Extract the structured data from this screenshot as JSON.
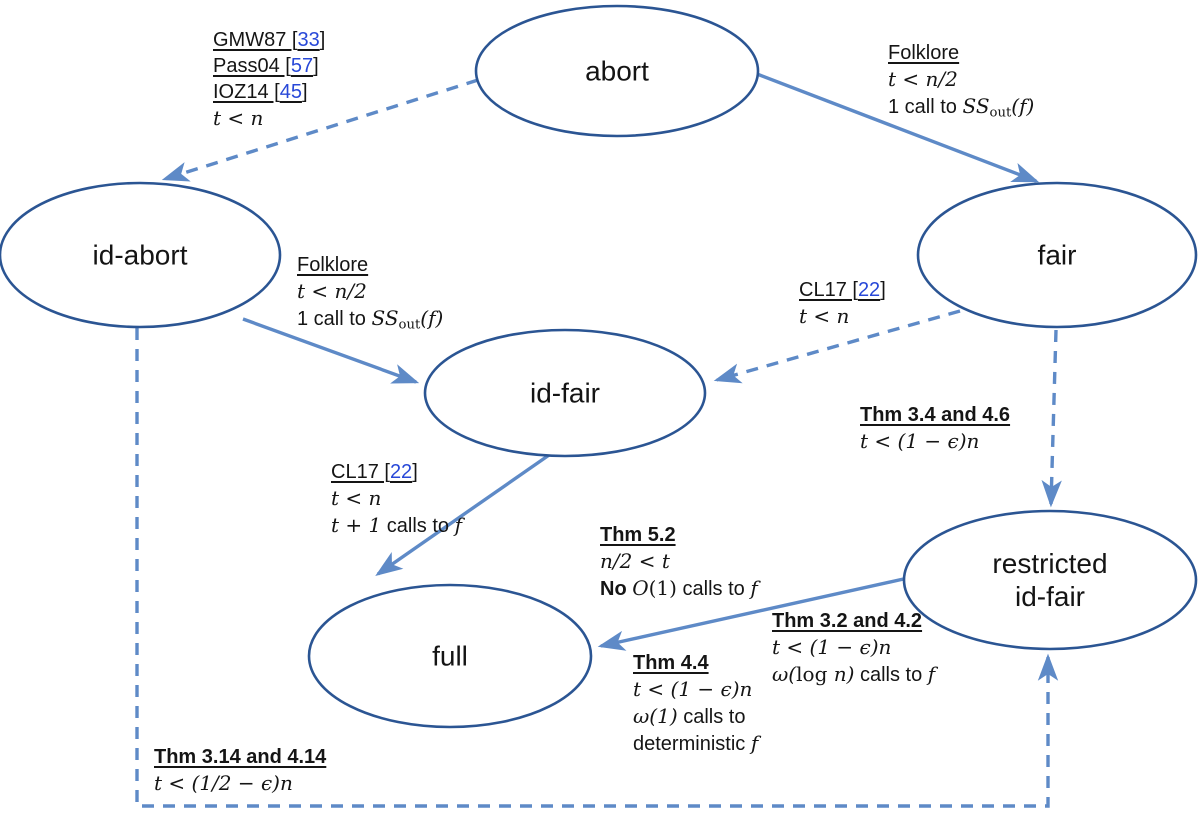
{
  "diagram": {
    "colors": {
      "node_stroke": "#2B5593",
      "arrow": "#5E8AC7",
      "citation_link": "#2848D8",
      "text": "#151515",
      "background": "#ffffff"
    },
    "nodes": [
      {
        "id": "abort",
        "label": "abort"
      },
      {
        "id": "id-abort",
        "label": "id-abort"
      },
      {
        "id": "fair",
        "label": "fair"
      },
      {
        "id": "id-fair",
        "label": "id-fair"
      },
      {
        "id": "restricted-id-fair",
        "label": "restricted\nid-fair"
      },
      {
        "id": "full",
        "label": "full"
      }
    ],
    "edges": [
      {
        "from": "abort",
        "to": "id-abort",
        "style": "dashed",
        "labels": [
          "gmw-pass-ioz"
        ]
      },
      {
        "from": "abort",
        "to": "fair",
        "style": "solid",
        "labels": [
          "folklore-abort-fair"
        ]
      },
      {
        "from": "id-abort",
        "to": "id-fair",
        "style": "solid",
        "labels": [
          "folklore-idabort-idfair"
        ]
      },
      {
        "from": "fair",
        "to": "id-fair",
        "style": "dashed",
        "labels": [
          "cl17-fair-idfair"
        ]
      },
      {
        "from": "fair",
        "to": "restricted-id-fair",
        "style": "dashed",
        "labels": [
          "thm-3-4-and-4-6"
        ]
      },
      {
        "from": "id-fair",
        "to": "full",
        "style": "solid",
        "labels": [
          "cl17-idfair-full"
        ]
      },
      {
        "from": "restricted-id-fair",
        "to": "full",
        "style": "solid",
        "labels": [
          "thm-5-2",
          "thm-3-2-and-4-2",
          "thm-4-4"
        ]
      },
      {
        "from": "id-abort",
        "to": "restricted-id-fair",
        "style": "dashed",
        "labels": [
          "thm-3-14-and-4-14"
        ]
      }
    ],
    "edge_labels": [
      {
        "id": "gmw-pass-ioz",
        "lines": [
          {
            "u": true,
            "segs": [
              {
                "t": "GMW87 [",
                "s": "p"
              },
              {
                "t": "33",
                "s": "link"
              },
              {
                "t": "]",
                "s": "p"
              }
            ]
          },
          {
            "u": true,
            "segs": [
              {
                "t": "Pass04 [",
                "s": "p"
              },
              {
                "t": "57",
                "s": "link"
              },
              {
                "t": "]",
                "s": "p"
              }
            ]
          },
          {
            "u": true,
            "segs": [
              {
                "t": "IOZ14 [",
                "s": "p"
              },
              {
                "t": "45",
                "s": "link"
              },
              {
                "t": "]",
                "s": "p"
              }
            ]
          },
          {
            "segs": [
              {
                "t": "t < n",
                "s": "m"
              }
            ]
          }
        ]
      },
      {
        "id": "folklore-abort-fair",
        "lines": [
          {
            "u": true,
            "segs": [
              {
                "t": "Folklore",
                "s": "p"
              }
            ]
          },
          {
            "segs": [
              {
                "t": "t < n/2",
                "s": "m"
              }
            ]
          },
          {
            "segs": [
              {
                "t": "1 call to ",
                "s": "p"
              },
              {
                "t": "SS",
                "s": "m"
              },
              {
                "t": "out",
                "s": "sub"
              },
              {
                "t": "(f)",
                "s": "m"
              }
            ]
          }
        ]
      },
      {
        "id": "folklore-idabort-idfair",
        "lines": [
          {
            "u": true,
            "segs": [
              {
                "t": "Folklore",
                "s": "p"
              }
            ]
          },
          {
            "segs": [
              {
                "t": "t < n/2",
                "s": "m"
              }
            ]
          },
          {
            "segs": [
              {
                "t": "1 call to ",
                "s": "p"
              },
              {
                "t": "SS",
                "s": "m"
              },
              {
                "t": "out",
                "s": "sub"
              },
              {
                "t": "(f)",
                "s": "m"
              }
            ]
          }
        ]
      },
      {
        "id": "cl17-fair-idfair",
        "lines": [
          {
            "u": true,
            "segs": [
              {
                "t": "CL17 [",
                "s": "p"
              },
              {
                "t": "22",
                "s": "link"
              },
              {
                "t": "]",
                "s": "p"
              }
            ]
          },
          {
            "segs": [
              {
                "t": "t < n",
                "s": "m"
              }
            ]
          }
        ]
      },
      {
        "id": "thm-3-4-and-4-6",
        "lines": [
          {
            "u": true,
            "b": true,
            "segs": [
              {
                "t": "Thm 3.4 and 4.6",
                "s": "b"
              }
            ]
          },
          {
            "segs": [
              {
                "t": "t < (1 − ϵ)n",
                "s": "m"
              }
            ]
          }
        ]
      },
      {
        "id": "cl17-idfair-full",
        "lines": [
          {
            "u": true,
            "segs": [
              {
                "t": "CL17 [",
                "s": "p"
              },
              {
                "t": "22",
                "s": "link"
              },
              {
                "t": "]",
                "s": "p"
              }
            ]
          },
          {
            "segs": [
              {
                "t": "t < n",
                "s": "m"
              }
            ]
          },
          {
            "segs": [
              {
                "t": "t + 1",
                "s": "m"
              },
              {
                "t": " calls to ",
                "s": "p"
              },
              {
                "t": "f",
                "s": "m"
              }
            ]
          }
        ]
      },
      {
        "id": "thm-5-2",
        "lines": [
          {
            "u": true,
            "b": true,
            "segs": [
              {
                "t": "Thm 5.2",
                "s": "b"
              }
            ]
          },
          {
            "segs": [
              {
                "t": "n/2 < t",
                "s": "m"
              }
            ]
          },
          {
            "segs": [
              {
                "t": "No ",
                "s": "b"
              },
              {
                "t": "O",
                "s": "m"
              },
              {
                "t": "(1)",
                "s": "r"
              },
              {
                "t": " calls to ",
                "s": "p"
              },
              {
                "t": "f",
                "s": "m"
              }
            ]
          }
        ]
      },
      {
        "id": "thm-3-2-and-4-2",
        "lines": [
          {
            "u": true,
            "b": true,
            "segs": [
              {
                "t": "Thm 3.2 and 4.2",
                "s": "b"
              }
            ]
          },
          {
            "segs": [
              {
                "t": "t < (1 − ϵ)n",
                "s": "m"
              }
            ]
          },
          {
            "segs": [
              {
                "t": "ω(",
                "s": "m"
              },
              {
                "t": "log ",
                "s": "r"
              },
              {
                "t": "n",
                "s": "m"
              },
              {
                "t": ")",
                "s": "m"
              },
              {
                "t": " calls to ",
                "s": "p"
              },
              {
                "t": "f",
                "s": "m"
              }
            ]
          }
        ]
      },
      {
        "id": "thm-4-4",
        "lines": [
          {
            "u": true,
            "b": true,
            "segs": [
              {
                "t": "Thm 4.4",
                "s": "b"
              }
            ]
          },
          {
            "segs": [
              {
                "t": "t < (1 − ϵ)n",
                "s": "m"
              }
            ]
          },
          {
            "segs": [
              {
                "t": "ω(1)",
                "s": "m"
              },
              {
                "t": " calls to",
                "s": "p"
              }
            ]
          },
          {
            "segs": [
              {
                "t": "deterministic ",
                "s": "p"
              },
              {
                "t": "f",
                "s": "m"
              }
            ]
          }
        ]
      },
      {
        "id": "thm-3-14-and-4-14",
        "lines": [
          {
            "u": true,
            "b": true,
            "segs": [
              {
                "t": "Thm 3.14 and 4.14",
                "s": "b"
              }
            ]
          },
          {
            "segs": [
              {
                "t": "t < (1/2 − ϵ)n",
                "s": "m"
              }
            ]
          }
        ]
      }
    ]
  }
}
